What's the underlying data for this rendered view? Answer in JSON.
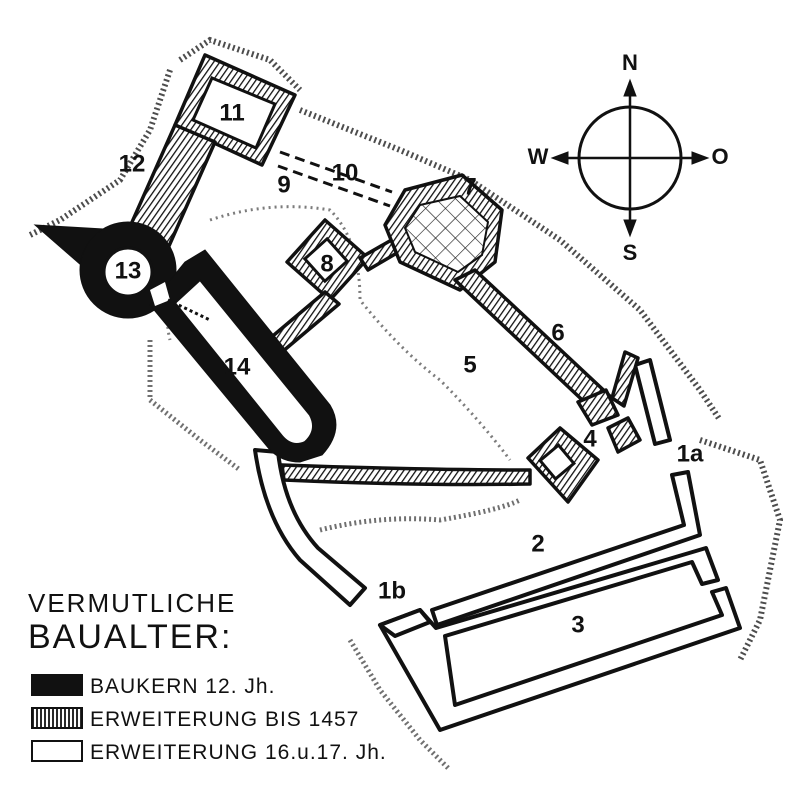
{
  "plan_labels": {
    "l1a": "1a",
    "l1b": "1b",
    "l2": "2",
    "l3": "3",
    "l4": "4",
    "l5": "5",
    "l6": "6",
    "l7": "7",
    "l8": "8",
    "l9": "9",
    "l10": "10",
    "l11": "11",
    "l12": "12",
    "l13": "13",
    "l14": "14"
  },
  "compass": {
    "north": "N",
    "south": "S",
    "west": "W",
    "east": "O"
  },
  "legend": {
    "title_line1": "VERMUTLICHE",
    "title_line2": "BAUALTER:",
    "items": [
      {
        "label": "BAUKERN 12. Jh.",
        "style": "solid-black"
      },
      {
        "label": "ERWEITERUNG BIS 1457",
        "style": "hatched"
      },
      {
        "label": "ERWEITERUNG 16.u.17. Jh.",
        "style": "outline"
      }
    ]
  },
  "colors": {
    "ink": "#111111",
    "paper": "#ffffff"
  }
}
